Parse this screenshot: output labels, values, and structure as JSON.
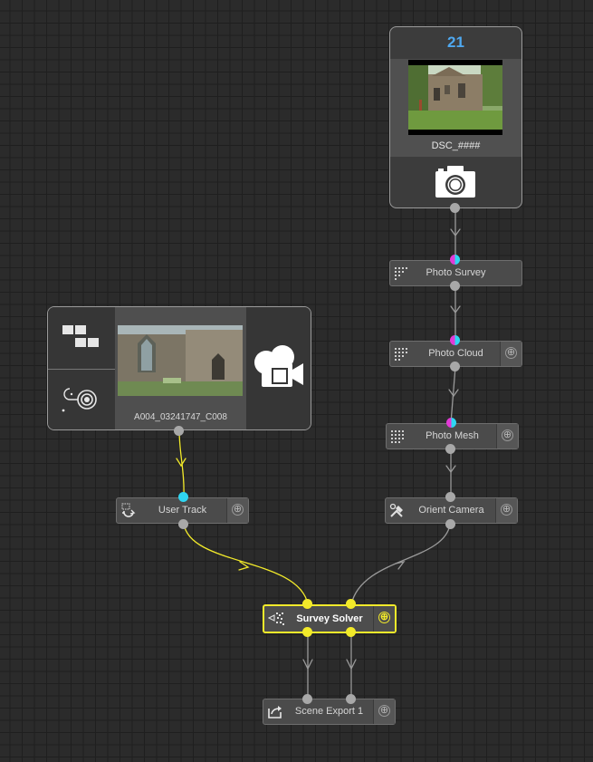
{
  "photo_source": {
    "image_count": "21",
    "filename": "DSC_####",
    "icon": "photo-camera-icon"
  },
  "video_source": {
    "filename": "A004_03241747_C008",
    "icons": [
      "tracking-grid-icon",
      "lens-target-icon",
      "movie-camera-icon"
    ]
  },
  "nodes": {
    "photo_survey": {
      "label": "Photo Survey",
      "icon": "photo-survey-icon"
    },
    "photo_cloud": {
      "label": "Photo Cloud",
      "icon": "photo-cloud-icon",
      "add": "⊕"
    },
    "photo_mesh": {
      "label": "Photo Mesh",
      "icon": "photo-mesh-icon",
      "add": "⊕"
    },
    "orient_camera": {
      "label": "Orient Camera",
      "icon": "orient-camera-icon",
      "add": "⊕"
    },
    "user_track": {
      "label": "User Track",
      "icon": "user-track-icon",
      "add": "⊕"
    },
    "survey_solver": {
      "label": "Survey Solver",
      "icon": "survey-solver-icon",
      "add": "⊕",
      "selected": true
    },
    "scene_export": {
      "label": "Scene Export 1",
      "icon": "scene-export-icon",
      "add": "⊕"
    }
  },
  "colors": {
    "background": "#2b2b2b",
    "grid": "#1f1f1f",
    "node": "#4b4b4b",
    "selected": "#f2ea2a",
    "port": "#a8a8a8",
    "port_cyan": "#2fd6f2",
    "port_magenta": "#e23ad6",
    "count_blue": "#4fa8f0"
  }
}
